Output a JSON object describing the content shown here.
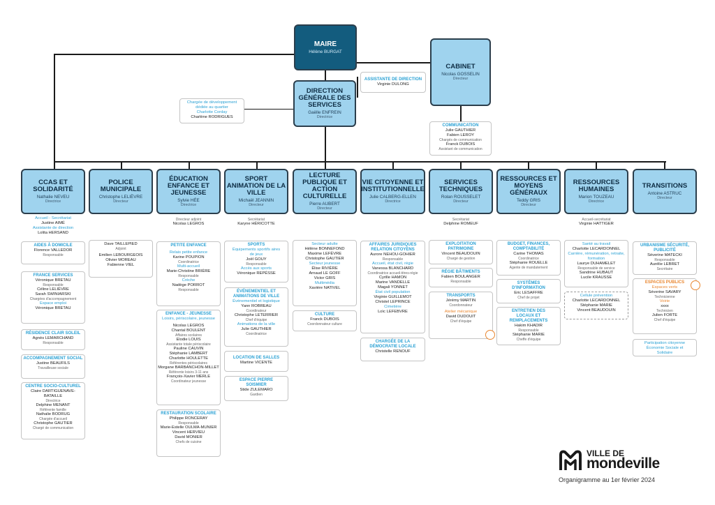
{
  "top": {
    "mayor": {
      "title": "MAIRE",
      "name": "Hélène BURGAT"
    },
    "cabinet": {
      "title": "CABINET",
      "name": "Nicolas GOSSELIN",
      "role": "Directeur"
    },
    "dgs": {
      "title": "DIRECTION GÉNÉRALE DES SERVICES",
      "name": "Gaëlle ENFREIN",
      "role": "Directrice"
    },
    "assistant": {
      "title": "ASSISTANTE DE DIRECTION",
      "name": "Virginie DULONG"
    },
    "charge": {
      "title": "Chargée de développement dédiée au quartier",
      "sub": "Charlotte Corday",
      "name": "Charlène RODRIGUES"
    },
    "communication": {
      "title": "COMMUNICATION",
      "name1": "Julie GAUTHIER",
      "name2": "Fabien LEROY",
      "role1": "Chargés de communication",
      "name3": "Franck DUBOIS",
      "role2": "Assistant de communication"
    }
  },
  "departments": [
    {
      "title": "CCAS ET SOLIDARITÉ",
      "name": "Nathalie NEVEU",
      "role": "Directrice"
    },
    {
      "title": "POLICE MUNICIPALE",
      "name": "Christophe LELIÈVRE",
      "role": "Directeur"
    },
    {
      "title": "ÉDUCATION ENFANCE ET JEUNESSE",
      "name": "Sylvie HÉE",
      "role": "Directrice"
    },
    {
      "title": "SPORT ANIMATION DE LA VILLE",
      "name": "Michaël JEANNIN",
      "role": "Directeur"
    },
    {
      "title": "LECTURE PUBLIQUE ET ACTION CULTURELLE",
      "name": "Pierre AUBERT",
      "role": "Directeur"
    },
    {
      "title": "VIE CITOYENNE ET INSTITUTIONNELLE",
      "name": "Julie CALBERG-ELLEN",
      "role": "Directrice"
    },
    {
      "title": "SERVICES TECHNIQUES",
      "name": "Rolan ROUSSELET",
      "role": "Directeur"
    },
    {
      "title": "RESSOURCES ET MOYENS GÉNÉRAUX",
      "name": "Teddy GRIS",
      "role": "Directeur"
    },
    {
      "title": "RESSOURCES HUMAINES",
      "name": "Marion TOUZEAU",
      "role": "Directrice"
    },
    {
      "title": "TRANSITIONS",
      "name": "Antoine ASTRUC",
      "role": "Directeur"
    }
  ],
  "col1": {
    "a": "Accueil - Secrétariat",
    "b": "Justine AIMÉ",
    "c": "Assistante de direction",
    "d": "Lolita HERSAND",
    "aide": {
      "t": "AIDES À DOMICILE",
      "n": "Florence VALLEDOR",
      "r": "Responsable"
    },
    "fs": {
      "t": "FRANCE SERVICES",
      "n1": "Véronique BRETAU",
      "r1": "Responsable",
      "n2": "Céline LELIÈVRE",
      "n3": "Sarah SWINIARSKI",
      "r2": "Chargées d'accompagnement",
      "t2": "Espace emploi",
      "n4": "Véronique BRETAU"
    },
    "res": {
      "t": "RÉSIDENCE CLAIR SOLEIL",
      "n": "Agnès LEMARCHAND",
      "r": "Responsable"
    },
    "acc": {
      "t": "ACCOMPAGNEMENT SOCIAL",
      "n": "Justine BEAUFILS",
      "r": "Travailleuse sociale"
    },
    "csc": {
      "t": "CENTRE SOCIO-CULTUREL",
      "n1": "Claire DARTIGUENAVE-BATAILLE",
      "r1": "Directrice",
      "n2": "Delphine MENANT",
      "r2": "Référente famille",
      "n3": "Nathalie BODRUG",
      "r3": "Chargée d'accueil",
      "n4": "Christophe GAUTIER",
      "r4": "Chargé de communication"
    }
  },
  "col2": {
    "n1": "Dave TAILLEPIED",
    "r1": "Adjoint",
    "n2": "Emilien LEBOURGEOIS",
    "n3": "Olivier MOREAU",
    "n4": "Fabienne VIEL"
  },
  "col3": {
    "a": "Directeur adjoint",
    "b": "Nicolas LEGROS",
    "pe": {
      "t": "PETITE ENFANCE",
      "s1": "Relais petite enfance",
      "n1": "Karine POUPION",
      "r1": "Coordinatrice",
      "s2": "Multi-accueil",
      "n2": "Marie-Christine BRIÈRE",
      "r2": "Responsable",
      "s3": "Crèche",
      "n3": "Nadège PORROT",
      "r3": "Responsable"
    },
    "ej": {
      "t": "ENFANCE - JEUNESSE",
      "s": "Loisirs, périscolaire, jeunesse",
      "n1": "Nicolas LEGROS",
      "n2": "Chantal BOULENT",
      "r1": "Affaires scolaires",
      "n3": "Elodie LOUIS",
      "r2": "Assistante totale périscolaire",
      "n4": "Pauline CAUVIN",
      "n5": "Stéphanie LAMBERT",
      "n6": "Charlotte HOULETTE",
      "r3": "Référentes périscolaires",
      "n7": "Morgane BARBANCHON-MILLET",
      "r4": "Référente loisirs 3-11 ans",
      "n8": "François-Xavier MERLE",
      "r5": "Coordinateur jeunesse"
    },
    "rs": {
      "t": "RESTAURATION SCOLAIRE",
      "n1": "Philippe RONCERAY",
      "r1": "Responsable",
      "n2": "Marie-Estelle OULMA-MUNIER",
      "n3": "Vincent HERVIEU",
      "n4": "David MONIER",
      "r2": "Chefs de cuisine"
    }
  },
  "col4": {
    "a": "Secrétariat",
    "b": "Karyne HÉRICOTTE",
    "sp": {
      "t": "SPORTS",
      "s1": "Équipements sportifs aires de jeux",
      "n1": "Joël GOUY",
      "r1": "Responsable",
      "s2": "Accès aux sports",
      "n2": "Véronique REPÉSSE"
    },
    "ev": {
      "t": "ÉVÉNEMENTIEL ET ANIMATIONS DE VILLE",
      "s1": "Événementiel et logistique",
      "n1": "Yann ROBREAU",
      "r1": "Coordinateur",
      "n2": "Christophe LETERRIER",
      "r2": "Chef d'équipe",
      "s2": "Animations de la ville",
      "n3": "Julie GAUTHIER",
      "r3": "Coordinatrice"
    },
    "ls": {
      "t": "LOCATION DE SALLES",
      "n": "Martine VICENTE"
    },
    "ep": {
      "t": "ESPACE PIERRE SOISMIER",
      "n": "Stide ZULEMARO",
      "r": "Gardien"
    }
  },
  "col5": {
    "sa": {
      "t1": "Secteur adulte",
      "n1": "Hélène BONNEFOND",
      "n2": "Maxime LEFÈVRE",
      "n3": "Christophe GAUTIER",
      "t2": "Secteur jeunesse",
      "n4": "Élise RIVIÈRE",
      "n5": "Arnaud LE GOFF",
      "n6": "Victor GRIS",
      "t3": "Multimédia",
      "n7": "Xavière NATIVEL"
    },
    "cu": {
      "t": "CULTURE",
      "n": "Franck DUBOIS",
      "r": "Coordonnateur culture"
    }
  },
  "col6": {
    "aj": {
      "t": "AFFAIRES JURIDIQUES RELATION CITOYENS",
      "n1": "Aurore NEHOU-GOHIER",
      "r1": "Responsable",
      "s1": "Accueil, état civil, régie",
      "n2": "Vanessa BLANCHARD",
      "r2": "Coordinatrice accueil-titres-régie",
      "n3": "Cyrille HAMON",
      "n4": "Marine VANDELLE",
      "n5": "Magali YONNET",
      "s2": "État civil population",
      "n6": "Virginie GUILLEMOT",
      "n7": "Christel LEPRINCE",
      "s3": "Cimetière",
      "n8": "Loïc LEFEBVRE"
    },
    "cd": {
      "t": "CHARGÉE DE LA DÉMOCRATIE LOCALE",
      "n": "Christelle RENOUF"
    }
  },
  "col7": {
    "a": "Secrétariat",
    "b": "Delphine ROMEUF",
    "ex": {
      "t": "EXPLOITATION PATRIMOINE",
      "n": "Vincent BEAUDOUIN",
      "r": "Chargé de gestion"
    },
    "rb": {
      "t": "RÉGIE BÂTIMENTS",
      "n": "Fabien BOULANGER",
      "r": "Responsable"
    },
    "tr": {
      "t": "TRANSPORTS",
      "n": "Jérémy MARTIN",
      "r": "Coordonnateur"
    },
    "am": {
      "t": "Atelier mécanique",
      "n": "David DUDOUIT",
      "r": "Chef d'équipe"
    }
  },
  "col8": {
    "bf": {
      "t": "BUDGET, FINANCES, COMPTABILITÉ",
      "n1": "Carine THOMAS",
      "r1": "Coordinatrice",
      "n2": "Stéphanie ROUELLE",
      "r2": "Agente de mandatement"
    },
    "si": {
      "t": "SYSTÈMES D'INFORMATION",
      "n": "Eric LESAFFRE",
      "r": "Chef de projet"
    },
    "en": {
      "t": "ENTRETIEN DES LOCAUX ET REMPLACEMENTS",
      "n1": "Hakim KHADIR",
      "r1": "Responsable",
      "n2": "Stéphanie MARIE",
      "r2": "Cheffe d'équipe"
    }
  },
  "col9": {
    "a": "Accueil-secrétariat",
    "b": "Virginie HATTIGER",
    "st": {
      "t1": "Santé au travail",
      "n1": "Charlotte LECARDONNEL",
      "t2": "Carrière, rémunération, retraite, formation",
      "n2": "Laurye DUHAMELET",
      "r1": "Responsable de service",
      "n3": "Sandrine HUBAUT",
      "n4": "Lucile KRAUSSE"
    },
    "cp": {
      "t": "Cellule prévention",
      "n1": "Charlotte LECARDONNEL",
      "n2": "Stéphanie MARIE",
      "n3": "Vincent BEAUDOUIN"
    }
  },
  "col10": {
    "ur": {
      "t": "URBANISME SÉCURITÉ, PUBLICITÉ",
      "n1": "Séverine MATECKI",
      "r1": "Responsable",
      "n2": "Aurélie LEBRET",
      "r2": "Secrétaire"
    },
    "ep": {
      "t": "ESPACES PUBLICS",
      "s1": "Espaces verts",
      "n1": "Séverine SAVARY",
      "r1": "Technicienne",
      "s2": "Voirie",
      "n2": "xxxx",
      "r2": "Technicien",
      "n3": "Julien FORTE",
      "r3": "Chef d'équipe"
    },
    "pc": {
      "t": "Participation citoyenne Économie Sociale et Solidaire"
    }
  },
  "logo": {
    "line1": "VILLE DE",
    "line2": "mondeville",
    "caption": "Organigramme au 1er février 2024"
  },
  "colors": {
    "header": "#9fd3ee",
    "mayor": "#135c7e",
    "accent": "#2aa1d4",
    "orange": "#e9862f"
  }
}
